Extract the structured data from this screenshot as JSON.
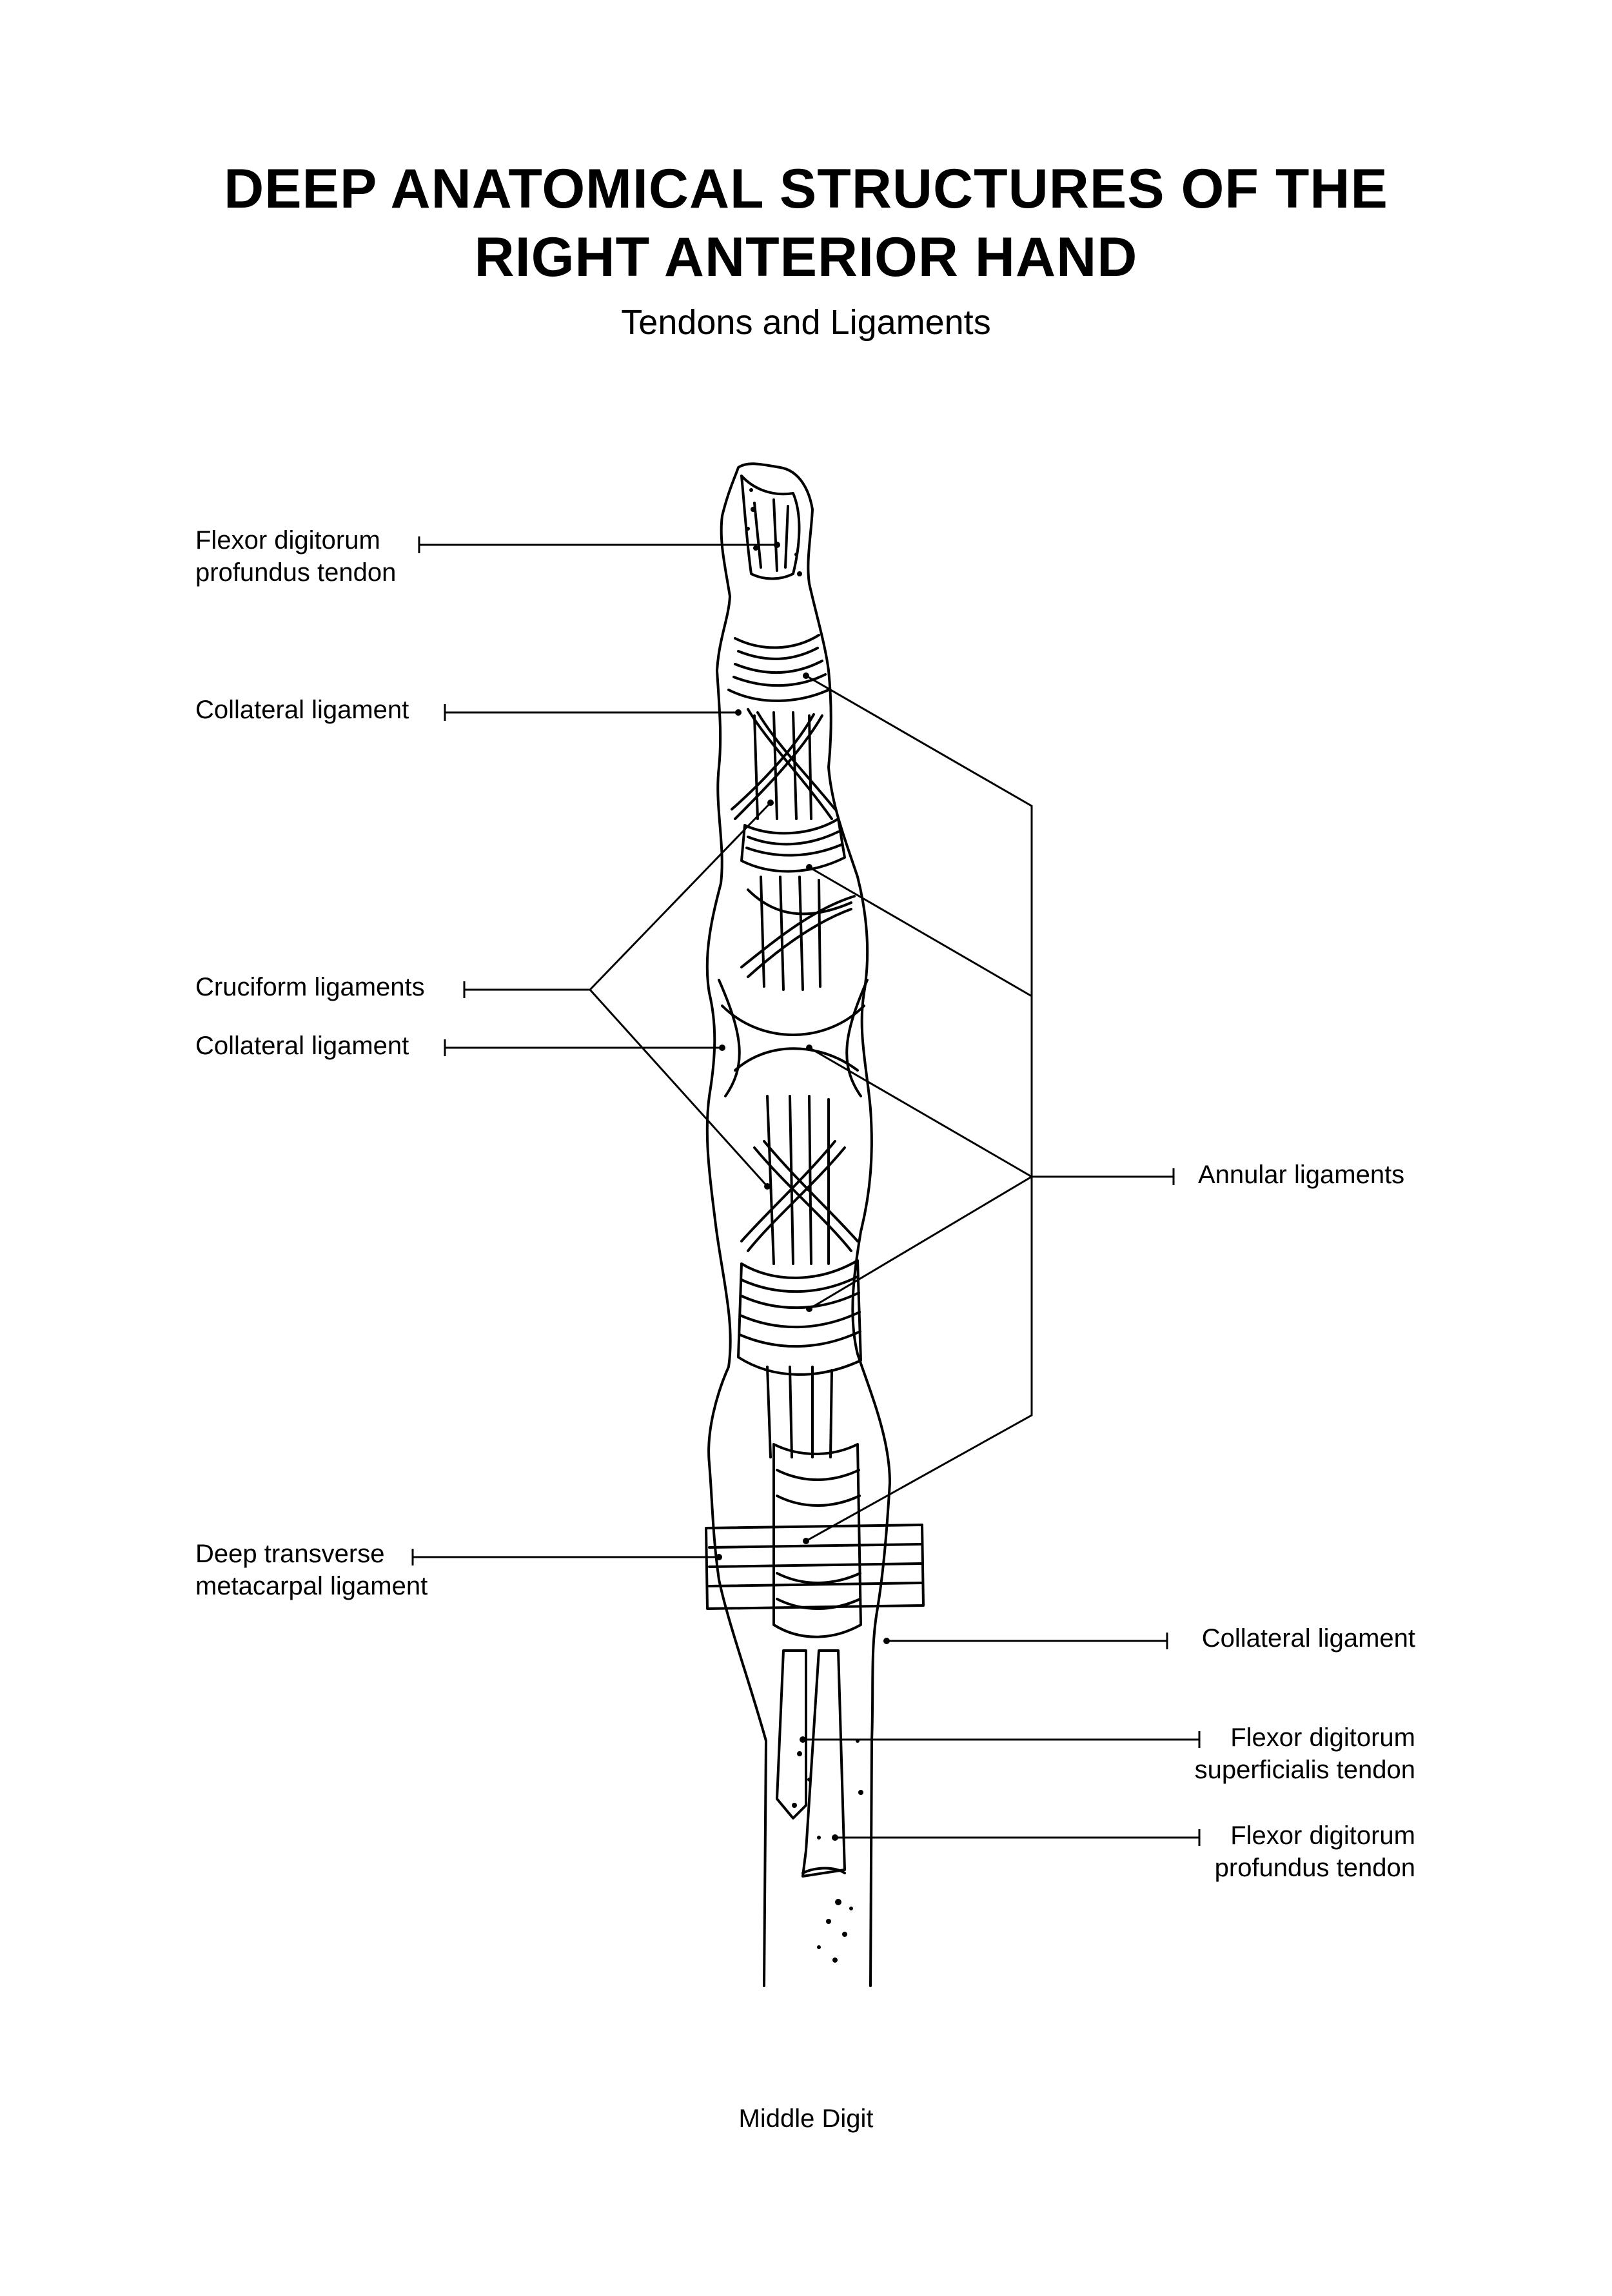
{
  "title": {
    "line1": "DEEP ANATOMICAL STRUCTURES OF THE",
    "line2": "RIGHT ANTERIOR HAND"
  },
  "subtitle": "Tendons and Ligaments",
  "caption": "Middle Digit",
  "labels": {
    "fdp_top": {
      "line1": "Flexor digitorum",
      "line2": "profundus tendon"
    },
    "collateral_top": "Collateral ligament",
    "cruciform": "Cruciform ligaments",
    "collateral_mid": "Collateral ligament",
    "deep_transverse": {
      "line1": "Deep transverse",
      "line2": "metacarpal ligament"
    },
    "annular": "Annular ligaments",
    "collateral_bottom": "Collateral ligament",
    "fds_bottom": {
      "line1": "Flexor digitorum",
      "line2": "superficialis tendon"
    },
    "fdp_bottom": {
      "line1": "Flexor digitorum",
      "line2": "profundus tendon"
    }
  },
  "colors": {
    "ink": "#000000",
    "paper": "#ffffff"
  }
}
